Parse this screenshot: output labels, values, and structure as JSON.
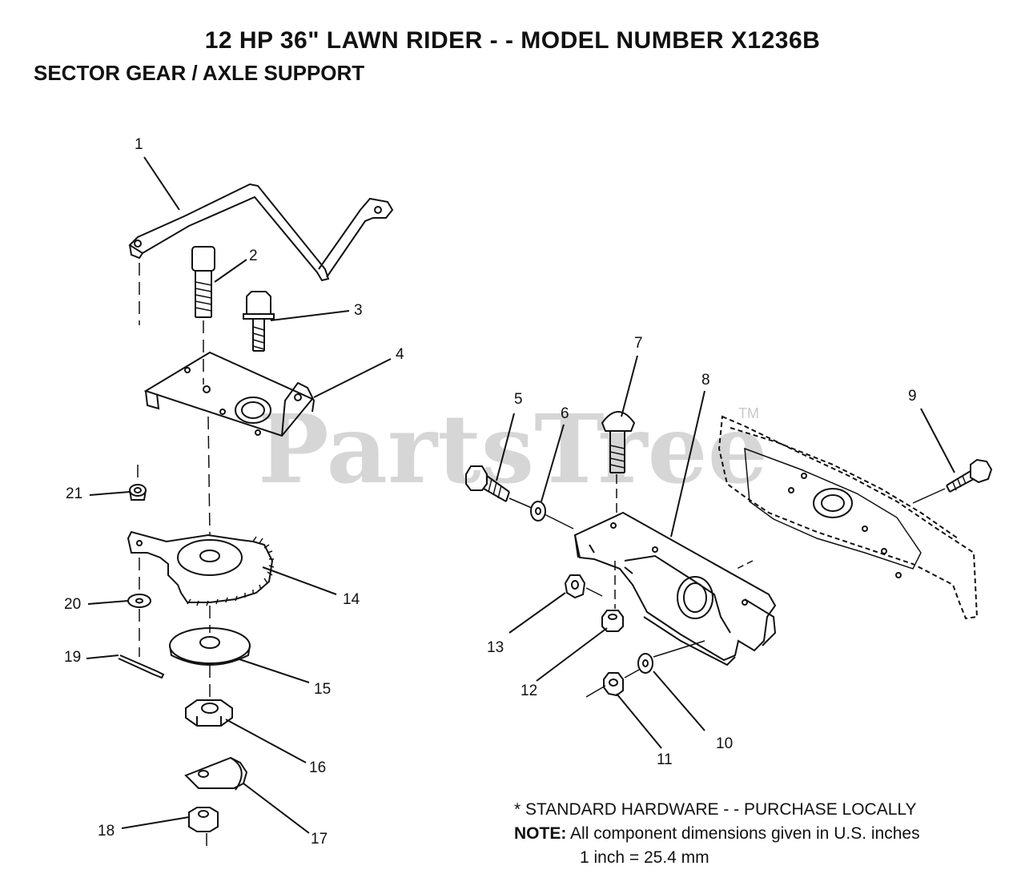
{
  "header": {
    "title": "12 HP 36\" LAWN RIDER - - MODEL NUMBER X1236B",
    "subtitle": "SECTOR GEAR / AXLE SUPPORT"
  },
  "watermark": {
    "text": "PartsTree",
    "trademark": "TM"
  },
  "callouts": [
    "1",
    "2",
    "3",
    "4",
    "5",
    "6",
    "7",
    "8",
    "9",
    "10",
    "11",
    "12",
    "13",
    "14",
    "15",
    "16",
    "17",
    "18",
    "19",
    "20",
    "21"
  ],
  "notes": {
    "standard_hardware": "* STANDARD HARDWARE - - PURCHASE LOCALLY",
    "note_label": "NOTE:",
    "note_text": "All component dimensions given in U.S. inches",
    "conversion": "1 inch = 25.4 mm"
  }
}
